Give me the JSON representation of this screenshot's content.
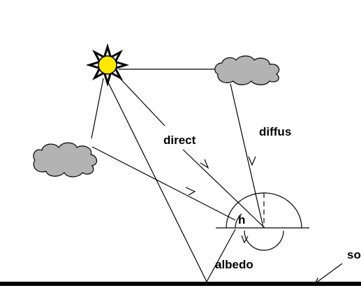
{
  "labels": {
    "direct": "direct",
    "diffus": "diffus",
    "h": "h",
    "albedo": "albedo",
    "sol": "so"
  },
  "colors": {
    "sun": "#ffe800",
    "cloud": "#b3b3b3",
    "ground": "#000000",
    "ink": "#000000"
  },
  "icons": [
    "sun-icon",
    "cloud-icon"
  ]
}
